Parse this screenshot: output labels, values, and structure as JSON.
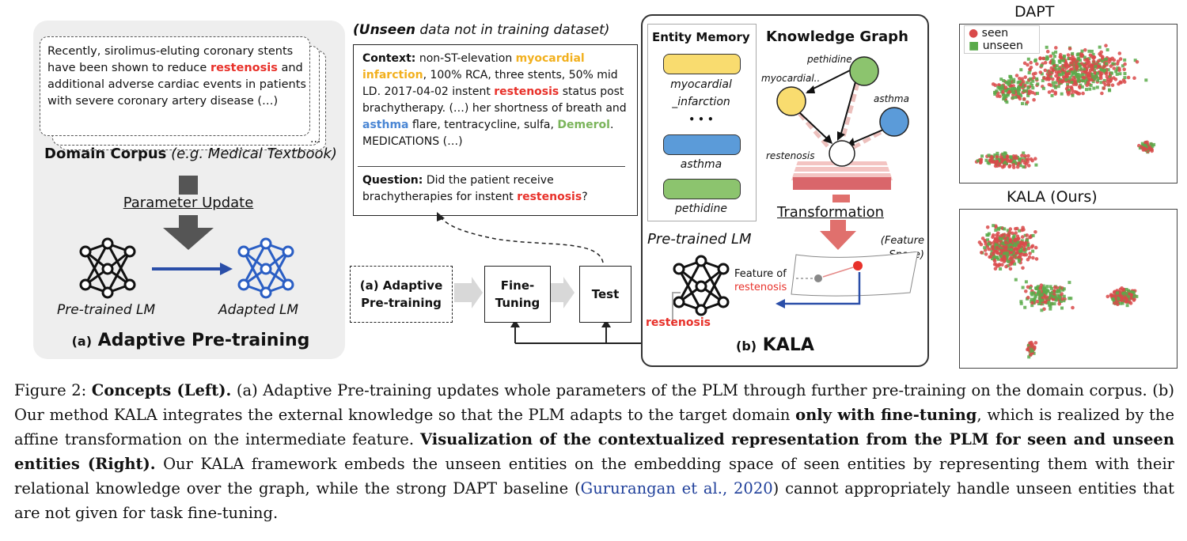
{
  "panel_a": {
    "corpus_excerpt_1": "Recently, sirolimus-eluting coronary stents have been shown to reduce",
    "corpus_highlight": "restenosis",
    "corpus_excerpt_2": "and additional adverse cardiac events in patients with severe coronary artery disease (…)",
    "corpus_ellipsis": "...",
    "domain_corpus_label": "Domain Corpus",
    "domain_corpus_example": "(e.g. Medical Textbook)",
    "parameter_update_label": "Parameter Update",
    "pretrained_lm_label": "Pre-trained LM",
    "adapted_lm_label": "Adapted LM",
    "caption_prefix": "(a)",
    "caption_title": "Adaptive Pre-training"
  },
  "unseen": {
    "title_bold": "(Unseen",
    "title_rest": "data not in training dataset)",
    "context_label": "Context:",
    "context_1": "non-ST-elevation",
    "entity_myocardial": "myocardial infarction",
    "context_2": ", 100% RCA, three stents, 50% mid LD. 2017-04-02 instent",
    "entity_restenosis": "restenosis",
    "context_3": "status post brachytherapy. (…) her shortness of breath and",
    "entity_asthma": "asthma",
    "context_4": "flare, tentracycline, sulfa,",
    "entity_demerol": "Demerol",
    "context_5": ". MEDICATIONS (…)",
    "question_label": "Question:",
    "question_1": "Did the patient receive brachytherapies for instent",
    "question_2": "?"
  },
  "flow": {
    "adaptive_pretraining": "(a) Adaptive Pre-training",
    "fine_tuning": "Fine-Tuning",
    "test": "Test"
  },
  "kala": {
    "entity_memory_title": "Entity Memory",
    "mem_1": "myocardial _infarction",
    "mem_dots": "• • •",
    "mem_2": "asthma",
    "mem_3": "pethidine",
    "knowledge_graph_title": "Knowledge Graph",
    "node_pethidine": "pethidine",
    "node_myocardial": "myocardial..",
    "node_asthma": "asthma",
    "node_restenosis": "restenosis",
    "transformation_label": "Transformation",
    "pretrained_lm_label": "Pre-trained LM",
    "feature_space_label": "(Feature Space)",
    "feature_of_label": "Feature of",
    "feature_entity": "restenosis",
    "input_entity": "restenosis",
    "caption_prefix": "(b)",
    "caption_title": "KALA"
  },
  "scatter": {
    "top_title": "DAPT",
    "bottom_title": "KALA (Ours)",
    "legend_seen": "seen",
    "legend_unseen": "unseen",
    "seen_color": "#d94a4a",
    "unseen_color": "#5aaa4a"
  },
  "caption": {
    "fig_label": "Figure 2:",
    "concepts_bold": "Concepts (Left).",
    "part_1": "(a) Adaptive Pre-training updates whole parameters of the PLM through further pre-training on the domain corpus. (b) Our method KALA integrates the external knowledge so that the PLM adapts to the target domain",
    "only_ft_bold": "only with fine-tuning",
    "part_2": ", which is realized by the affine transformation on the intermediate feature.",
    "viz_bold": "Visualization of the contextualized representation from the PLM for seen and unseen entities (Right).",
    "part_3": "Our KALA framework embeds the unseen entities on the embedding space of seen entities by representing them with their relational knowledge over the graph, while the strong DAPT baseline (",
    "citation": "Gururangan et al., 2020",
    "part_4": ") cannot appropriately handle unseen entities that are not given for task fine-tuning."
  },
  "colors": {
    "yellow": "#f9dc6f",
    "blue": "#5b9bd9",
    "green": "#8cc46e",
    "red": "#e8312a",
    "salmon": "#e07a76"
  }
}
